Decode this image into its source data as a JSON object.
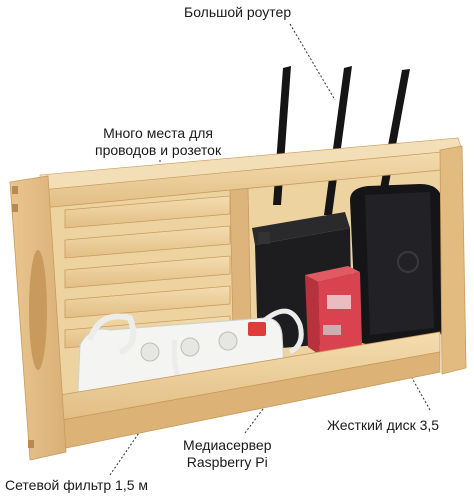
{
  "callouts": {
    "router": "Большой роутер",
    "space_line1": "Много места для",
    "space_line2": "проводов и розеток",
    "disk": "Жесткий диск 3,5",
    "media_line1": "Медиасервер",
    "media_line2": "Raspberry Pi",
    "filter": "Сетевой фильтр 1,5 м"
  },
  "colors": {
    "wood_light": "#f2d9a8",
    "wood_mid": "#e6c48a",
    "wood_dark": "#c99a5a",
    "router": "#1d1d1f",
    "disk": "#151517",
    "raspberry_case": "#d9434f",
    "power_strip": "#f4f4f2"
  }
}
